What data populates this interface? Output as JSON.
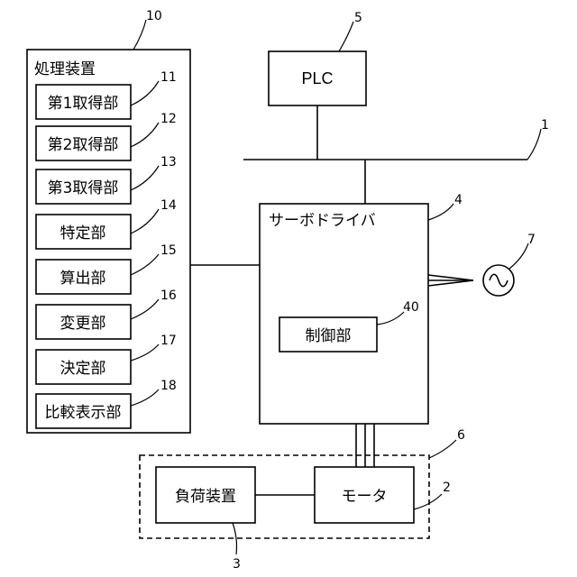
{
  "processing_device": {
    "number": "10",
    "title": "処理装置",
    "units": [
      {
        "label": "第1取得部",
        "number": "11"
      },
      {
        "label": "第2取得部",
        "number": "12"
      },
      {
        "label": "第3取得部",
        "number": "13"
      },
      {
        "label": "特定部",
        "number": "14"
      },
      {
        "label": "算出部",
        "number": "15"
      },
      {
        "label": "変更部",
        "number": "16"
      },
      {
        "label": "決定部",
        "number": "17"
      },
      {
        "label": "比較表示部",
        "number": "18"
      }
    ]
  },
  "plc": {
    "label": "PLC",
    "number": "5"
  },
  "network": {
    "number": "1"
  },
  "servo_driver": {
    "label": "サーボドライバ",
    "number": "4"
  },
  "control_unit": {
    "label": "制御部",
    "number": "40"
  },
  "power_source": {
    "number": "7",
    "symbol": "~"
  },
  "motor_group": {
    "number": "6"
  },
  "load_device": {
    "label": "負荷装置",
    "number": "3"
  },
  "motor": {
    "label": "モータ",
    "number": "2"
  }
}
